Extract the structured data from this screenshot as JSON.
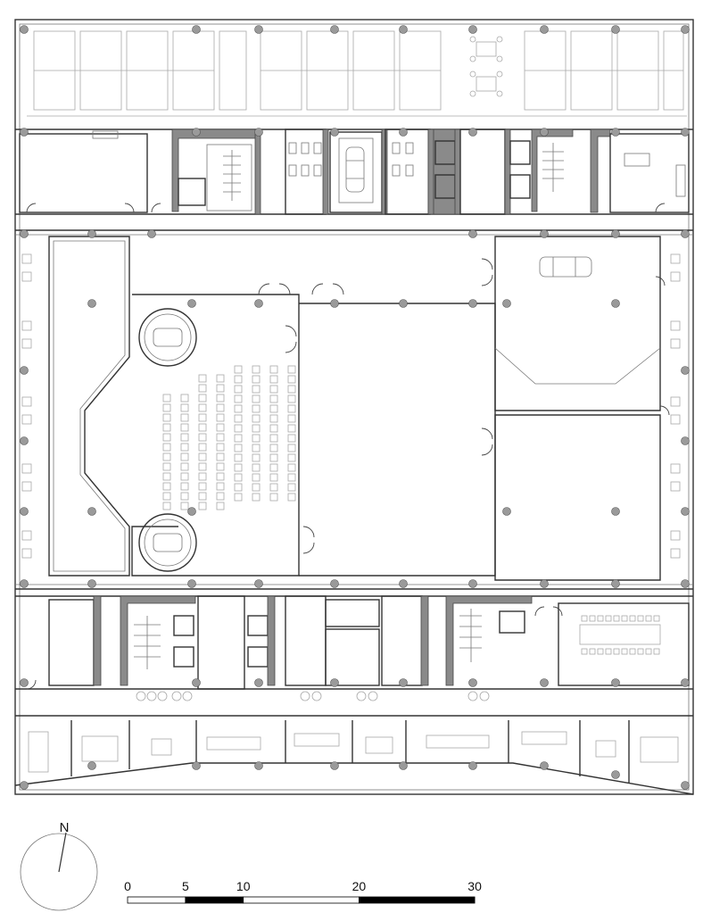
{
  "drawing": {
    "type": "architectural floor plan",
    "north_label": "N",
    "scale_bar": {
      "labels": [
        "0",
        "5",
        "10",
        "20",
        "30"
      ],
      "segments": [
        {
          "from": 0,
          "to": 5,
          "fill": "white"
        },
        {
          "from": 5,
          "to": 10,
          "fill": "black"
        },
        {
          "from": 10,
          "to": 20,
          "fill": "white"
        },
        {
          "from": 20,
          "to": 30,
          "fill": "black"
        }
      ]
    },
    "colors": {
      "line": "#333333",
      "core_fill": "#8a8a8a",
      "column_fill": "#9a9a9a",
      "furniture_line": "#a8a8a8",
      "background": "#ffffff"
    }
  }
}
